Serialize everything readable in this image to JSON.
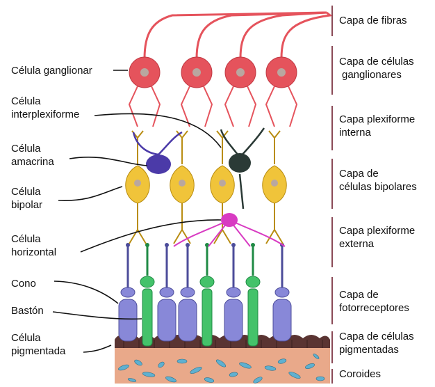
{
  "colors": {
    "ganglion": "#e5535c",
    "ganglion_dark": "#c23a44",
    "nucleus": "#b9a7a0",
    "bipolar": "#f0c43a",
    "bipolar_dark": "#b98d12",
    "amacrine": "#4b3aa8",
    "interplexiform": "#2b3a36",
    "horizontal": "#d83bc2",
    "cone": "#8888d8",
    "cone_dark": "#4c4c9a",
    "rod": "#44c26a",
    "rod_dark": "#1f8a44",
    "pigment": "#5a3432",
    "choroid": "#e9a98a",
    "choroid_cell": "#5fb0d0",
    "divider": "#8a4a56"
  },
  "left_labels": {
    "ganglion": [
      "Célula ganglionar"
    ],
    "interplexiform": [
      "Célula",
      "interplexiforme"
    ],
    "amacrine": [
      "Célula",
      "amacrina"
    ],
    "bipolar": [
      "Célula",
      "bipolar"
    ],
    "horizontal": [
      "Célula",
      "horizontal"
    ],
    "cone": [
      "Cono"
    ],
    "rod": [
      "Bastón"
    ],
    "pigmented": [
      "Célula",
      "pigmentada"
    ]
  },
  "right_labels": {
    "fibers": [
      "Capa de fibras"
    ],
    "ganglion_layer": [
      "Capa de células",
      "ganglionares"
    ],
    "inner_plexiform": [
      "Capa plexiforme",
      "interna"
    ],
    "bipolar_layer": [
      "Capa de",
      "células bipolares"
    ],
    "outer_plexiform": [
      "Capa plexiforme",
      "externa"
    ],
    "photoreceptor_layer": [
      "Capa de",
      "fotorreceptores"
    ],
    "pigment_layer": [
      "Capa de células",
      "pigmentadas"
    ],
    "choroid": [
      "Coroides"
    ]
  }
}
